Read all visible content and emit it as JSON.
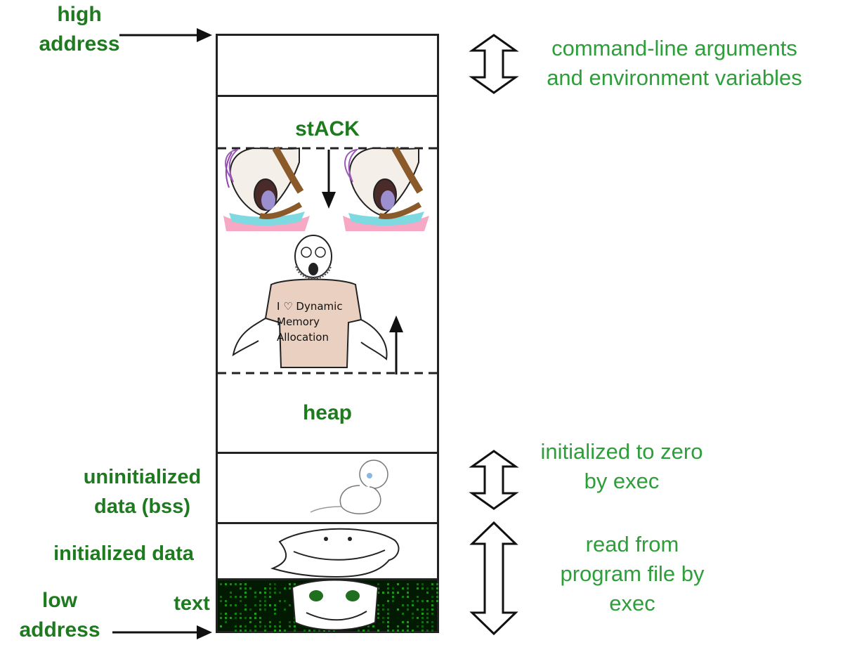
{
  "left_labels": {
    "high_address": "high\naddress",
    "uninitialized": "uninitialized\ndata (bss)",
    "initialized": "initialized data",
    "text": "text",
    "low_address": "low\naddress"
  },
  "segments": {
    "stack": "stACK",
    "heap": "heap",
    "tshirt_text": "I ♡ Dynamic\nMemory\nAllocation"
  },
  "right_labels": {
    "args": "command-line arguments\nand environment variables",
    "zero": "initialized to zero\nby exec",
    "read": "read from\nprogram file by\nexec"
  },
  "colors": {
    "label_green": "#1e7a1e",
    "light_green": "#2e9e3a",
    "matrix_green": "#1fa31f"
  },
  "icons": [
    "arrow-right-icon",
    "double-arrow-icon",
    "arrow-down-icon",
    "arrow-up-icon"
  ]
}
